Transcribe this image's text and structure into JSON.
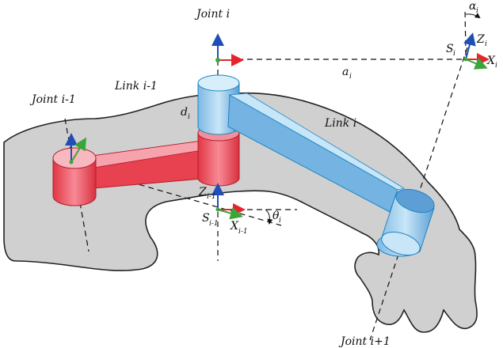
{
  "labels": {
    "joint_i": "Joint i",
    "joint_i_minus_1": "Joint i-1",
    "joint_i_plus_1": "Joint i+1",
    "link_i_minus_1": "Link i-1",
    "link_i": "Link i",
    "a_main": "a",
    "a_sub": "i",
    "d_main": "d",
    "d_sub": "i",
    "alpha_main": "α",
    "alpha_sub": "i",
    "theta_main": "θ",
    "theta_sub": "i",
    "S_i_main": "S",
    "S_i_sub": "i",
    "Z_i_main": "Z",
    "Z_i_sub": "i",
    "X_i_main": "X",
    "X_i_sub": "i",
    "S_prev_main": "S",
    "S_prev_sub": "i-1",
    "Z_prev_main": "Z",
    "Z_prev_sub": "i-1",
    "X_prev_main": "X",
    "X_prev_sub": "i-1"
  },
  "colors": {
    "arm_fill": "#d0d0d0",
    "arm_stroke": "#222222",
    "red_link": "#e8414f",
    "red_light": "#f7a3ad",
    "blue_link": "#6aa9dc",
    "blue_light": "#c7e6f7",
    "axis_red": "#e3262b",
    "axis_blue": "#1f4fb5",
    "axis_green": "#3aa63a"
  }
}
